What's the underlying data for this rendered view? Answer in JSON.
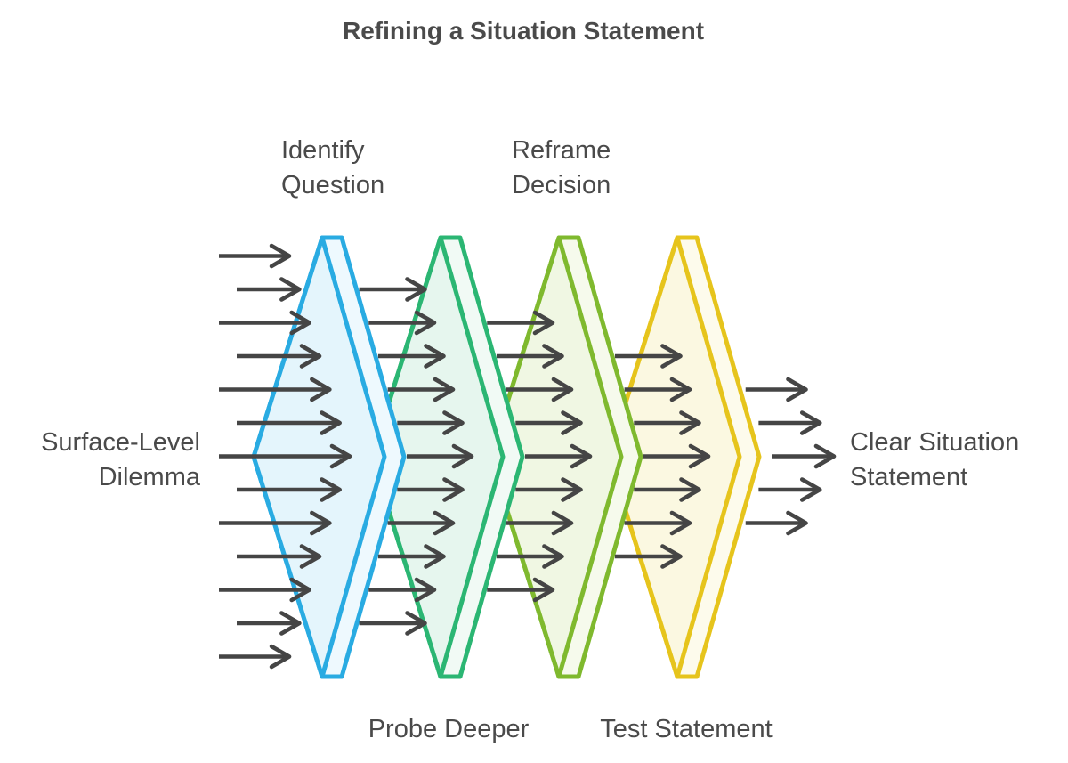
{
  "title": "Refining a Situation Statement",
  "labels": {
    "input": {
      "line1": "Surface-Level",
      "line2": "Dilemma"
    },
    "output": {
      "line1": "Clear Situation",
      "line2": "Statement"
    }
  },
  "stages": [
    {
      "id": "identify-question",
      "label": "Identify Question",
      "label_lines": [
        "Identify",
        "Question"
      ],
      "label_position": "top",
      "stroke_color": "#29ABE2",
      "fill_color": "#E4F5FC",
      "side_fill_color": "#EEF9FE"
    },
    {
      "id": "probe-deeper",
      "label": "Probe Deeper",
      "label_lines": [
        "Probe Deeper"
      ],
      "label_position": "bottom",
      "stroke_color": "#2BB673",
      "fill_color": "#E6F6EE",
      "side_fill_color": "#F1FAF5"
    },
    {
      "id": "reframe-decision",
      "label": "Reframe Decision",
      "label_lines": [
        "Reframe",
        "Decision"
      ],
      "label_position": "top",
      "stroke_color": "#7FB92E",
      "fill_color": "#F0F7E3",
      "side_fill_color": "#F6FAEC"
    },
    {
      "id": "test-statement",
      "label": "Test Statement",
      "label_lines": [
        "Test Statement"
      ],
      "label_position": "bottom",
      "stroke_color": "#E6C41C",
      "fill_color": "#FBF8E1",
      "side_fill_color": "#FDFBEC"
    }
  ],
  "arrow_counts": {
    "input": 13,
    "after_stage_1": 11,
    "after_stage_2": 9,
    "after_stage_3": 7,
    "output": 5
  },
  "style": {
    "arrow_color": "#454545",
    "text_color": "#4A4A4A",
    "background_color": "#FFFFFF"
  }
}
